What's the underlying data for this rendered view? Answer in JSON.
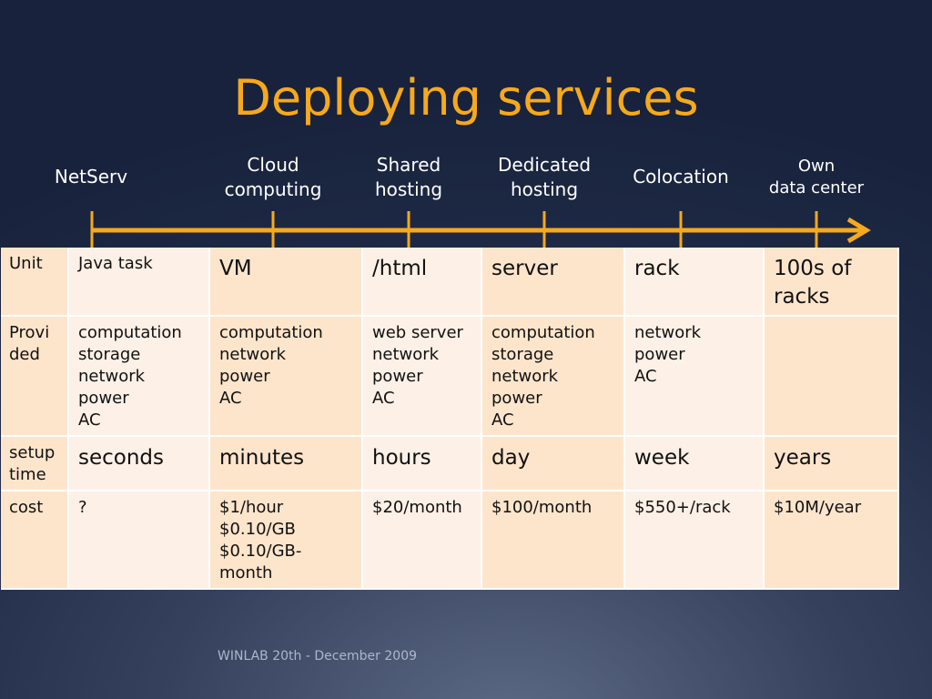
{
  "slide": {
    "title": "Deploying services",
    "footer": "WINLAB 20th - December 2009"
  },
  "timeline": {
    "labels": [
      "NetServ",
      "Cloud\ncomputing",
      "Shared\nhosting",
      "Dedicated\nhosting",
      "Colocation",
      "Own\ndata center"
    ],
    "colors": {
      "arrow": "#f6a91c"
    }
  },
  "table": {
    "rows": [
      {
        "header": "Unit",
        "cells": [
          "Java task",
          "VM",
          "/html",
          "server",
          "rack",
          "100s of racks"
        ]
      },
      {
        "header": "Provi\nded",
        "cells": [
          "computation\nstorage\nnetwork\npower\nAC",
          "computation\nnetwork\npower\nAC",
          "web server\nnetwork\npower\nAC",
          "computation\nstorage\nnetwork\npower\nAC",
          "network\npower\nAC",
          ""
        ]
      },
      {
        "header": "setup\ntime",
        "cells": [
          "seconds",
          "minutes",
          "hours",
          "day",
          "week",
          "years"
        ]
      },
      {
        "header": "cost",
        "cells": [
          "?",
          "$1/hour\n$0.10/GB\n$0.10/GB-\nmonth",
          "$20/month",
          "$100/month",
          "$550+/rack",
          "$10M/year"
        ]
      }
    ],
    "colors": {
      "cell_a": "#fde5cc",
      "cell_b": "#fdf0e6",
      "border": "#ffffff"
    }
  }
}
